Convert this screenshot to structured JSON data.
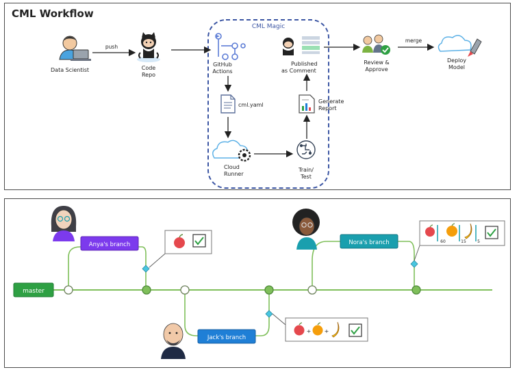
{
  "workflow": {
    "title": "CML Workflow",
    "magic_label": "CML Magic",
    "nodes": {
      "data_scientist": "Data Scientist",
      "code_repo_1": "Code",
      "code_repo_2": "Repo",
      "github_actions_1": "GitHub",
      "github_actions_2": "Actions",
      "cml_yaml": "cml.yaml",
      "cloud_runner_1": "Cloud",
      "cloud_runner_2": "Runner",
      "train_test_1": "Train/",
      "train_test_2": "Test",
      "generate_report_1": "Generate",
      "generate_report_2": "Report",
      "published_1": "Published",
      "published_2": "as Comment",
      "review_1": "Review &",
      "review_2": "Approve",
      "deploy_1": "Deploy",
      "deploy_2": "Model"
    },
    "edges": {
      "push": "push",
      "merge": "merge"
    }
  },
  "branches": {
    "master": "master",
    "anya": "Anya's branch",
    "jack": "Jack's branch",
    "nora": "Nora's branch"
  },
  "reports": {
    "nora_values": [
      "60",
      "15",
      "5"
    ],
    "plus_sign": "+"
  },
  "colors": {
    "master": "#2ea043",
    "anya": "#7c3aed",
    "jack": "#1f7fd6",
    "nora": "#1a9fae",
    "branch_line": "#7fbf5a",
    "magic_border": "#3b55a3",
    "diamond": "#48c6e0"
  }
}
